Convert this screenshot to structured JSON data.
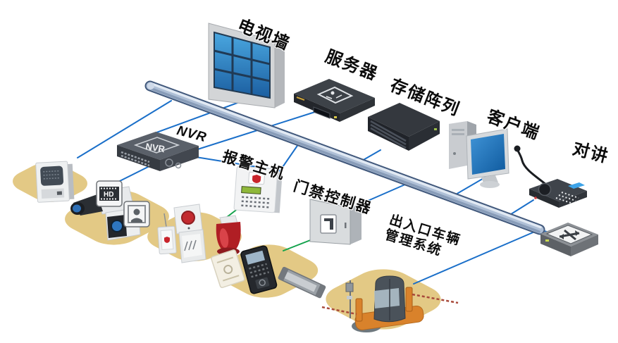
{
  "diagram": {
    "labels": {
      "tv_wall": "电视墙",
      "server": "服务器",
      "storage_array": "存储阵列",
      "client": "客户端",
      "intercom": "对讲",
      "nvr": "NVR",
      "alarm_host": "报警主机",
      "access_controller": "门禁控制器",
      "vehicle_mgmt_line1": "出入口车辆",
      "vehicle_mgmt_line2": "管理系统"
    },
    "device_texts": {
      "nvr_top": "NVR",
      "hd_badge": "HD"
    },
    "colors": {
      "link_blue": "#1a6fc9",
      "link_green": "#12a24b",
      "backbone_fill": "#aebfd6",
      "backbone_outline": "#42597c",
      "backbone_highlight": "#e4ecf5",
      "platform_tan": "#e3c985",
      "screen_blue": "#2e7fc2",
      "siren_red": "#b01e24",
      "barrier_orange": "#d9822b"
    }
  }
}
